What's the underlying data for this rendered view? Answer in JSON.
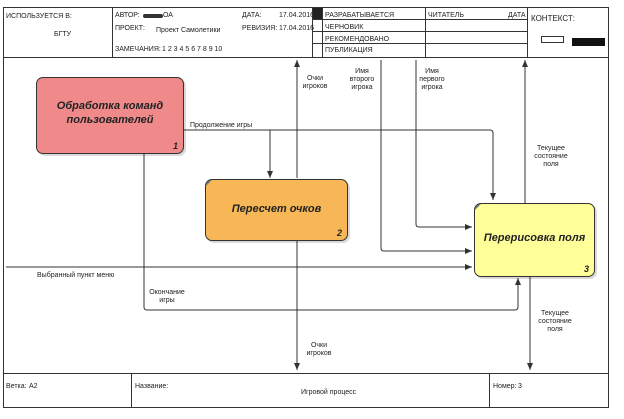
{
  "header": {
    "used_in_label": "ИСПОЛЬЗУЕТСЯ В:",
    "used_in_value": "БГТУ",
    "author_label": "АВТОР:",
    "author_value": "ОА",
    "project_label": "ПРОЕКТ:",
    "project_value": "Проект Самолетики",
    "date_label": "ДАТА:",
    "date_value": "17.04.2016",
    "revision_label": "РЕВИЗИЯ:",
    "revision_value": "17.04.2016",
    "notes_label": "ЗАМЕЧАНИЯ:",
    "notes_numbers": "1  2  3  4  5  6  7  8  9  10",
    "status_developing": "РАЗРАБАТЫВАЕТСЯ",
    "status_draft": "ЧЕРНОВИК",
    "status_recommended": "РЕКОМЕНДОВАНО",
    "status_publication": "ПУБЛИКАЦИЯ",
    "reader_label": "ЧИТАТЕЛЬ",
    "reader_date_label": "ДАТА",
    "context_label": "КОНТЕКСТ:"
  },
  "boxes": [
    {
      "title": "Обработка команд пользователей",
      "number": "1",
      "color": "#f08a8a"
    },
    {
      "title": "Пересчет очков",
      "number": "2",
      "color": "#f8b756"
    },
    {
      "title": "Перерисовка поля",
      "number": "3",
      "color": "#ffff99"
    }
  ],
  "arrows": {
    "continue_game": "Продолжение игры",
    "menu_item": "Выбранный пункт меню",
    "end_game": "Окончание игры",
    "points_players": "Очки игроков",
    "points_players_out": "Очки игроков",
    "second_player_name": "Имя второго игрока",
    "first_player_name": "Имя первого игрока",
    "field_state_up": "Текущее состояние поля",
    "field_state_down": "Текущее состояние поля"
  },
  "footer": {
    "node_label": "Ветка:",
    "node_value": "A2",
    "title_label": "Название:",
    "title_value": "Игровой процесс",
    "number_label": "Номер:",
    "number_value": "3"
  },
  "colors": {
    "line": "#333333",
    "box_border": "#333333"
  }
}
